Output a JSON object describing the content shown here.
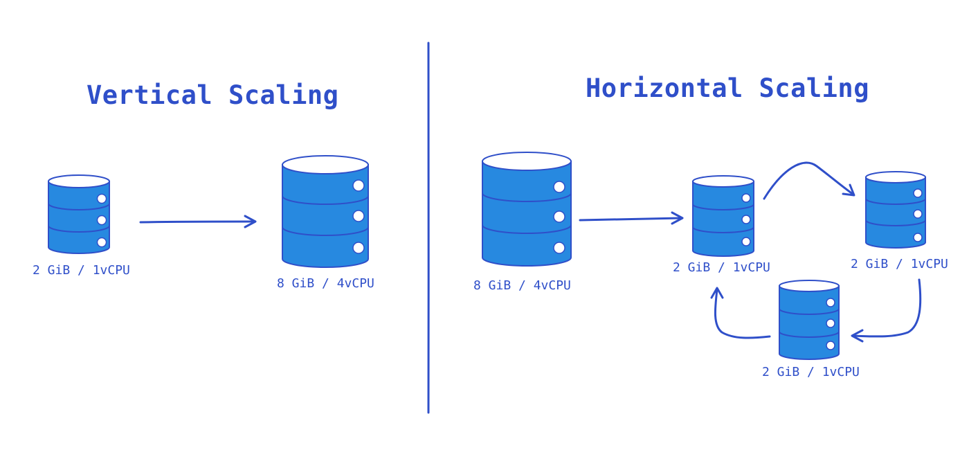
{
  "titles": {
    "vertical": "Vertical Scaling",
    "horizontal": "Horizontal Scaling"
  },
  "labels": {
    "vertical_before": "2 GiB / 1vCPU",
    "vertical_after": "8 GiB / 4vCPU",
    "horizontal_before": "8 GiB / 4vCPU",
    "horizontal_node_a": "2 GiB / 1vCPU",
    "horizontal_node_b": "2 GiB / 1vCPU",
    "horizontal_node_c": "2 GiB / 1vCPU"
  },
  "icons": {
    "database": "database-icon",
    "arrow": "arrow-icon"
  },
  "colors": {
    "ink": "#2f4fc9",
    "fill": "#2789e0",
    "background": "#ffffff"
  }
}
